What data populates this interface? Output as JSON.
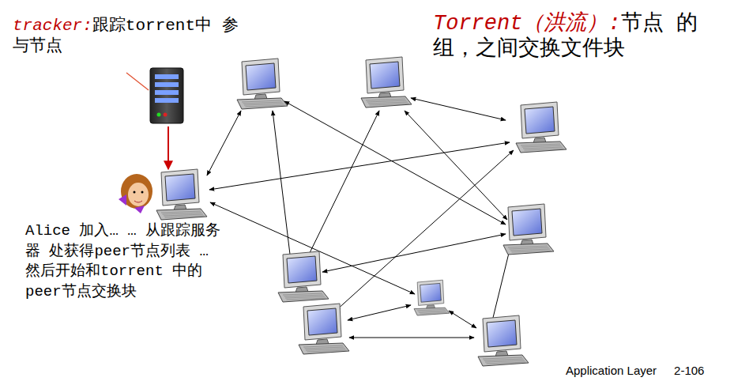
{
  "diagram": {
    "labels": [
      "tracker:",
      "跟踪torrent中 参与节点",
      "Torrent（洪流）:",
      "节点 的组，之间交换文件块",
      "Alice 加入… … 从跟踪服务器 处获得peer节点列表 … 然后开始和torrent 中的peer节点交换块",
      "Application Layer",
      "2-106"
    ]
  }
}
